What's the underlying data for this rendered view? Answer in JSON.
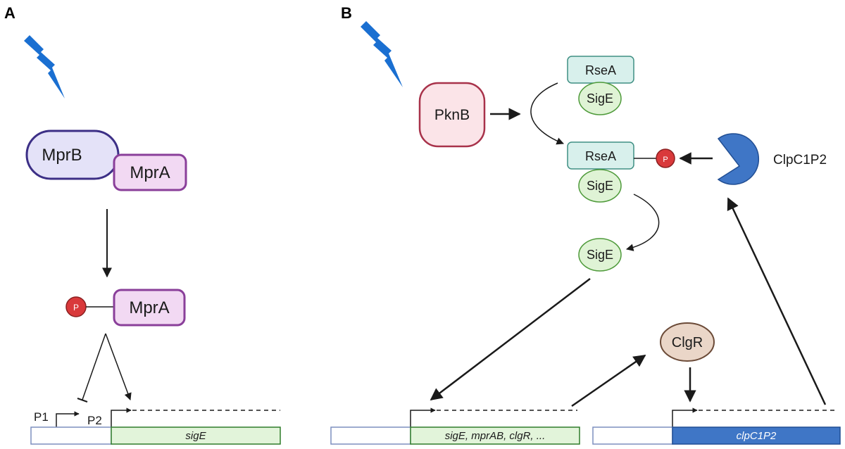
{
  "panels": {
    "a": {
      "letter": "A"
    },
    "b": {
      "letter": "B"
    }
  },
  "panel_a": {
    "mprB": "MprB",
    "mprA": "MprA",
    "phospho": "P",
    "mprA_p": "MprA",
    "promoter1": "P1",
    "promoter2": "P2",
    "gene": "sigE"
  },
  "panel_b": {
    "pknB": "PknB",
    "rseA_top": "RseA",
    "sigE_top": "SigE",
    "rseA_mid": "RseA",
    "phospho": "P",
    "sigE_mid": "SigE",
    "clpc1p2_label": "ClpC1P2",
    "sigE_free": "SigE",
    "clgR": "ClgR",
    "gene_left": "sigE, mprAB, clgR, ...",
    "gene_right": "clpC1P2"
  },
  "colors": {
    "lightning": "#1a6fd1",
    "mprB_fill": "#e4e2f8",
    "mprB_stroke": "#3c2f86",
    "mprA_fill": "#f2d9f3",
    "mprA_stroke": "#8a3f9a",
    "phospho_fill": "#d9393b",
    "pknB_fill": "#fbe4e8",
    "pknB_stroke": "#a8324a",
    "rseA_fill": "#d8f0ec",
    "rseA_stroke": "#3f8f83",
    "sigE_fill": "#dff3d5",
    "sigE_stroke": "#4e9a3a",
    "clgR_fill": "#ead6c8",
    "clgR_stroke": "#6b4a37",
    "clpc_fill": "#3f76c6",
    "gene_green": "#e2f4da",
    "gene_green_stroke": "#2f7d2a",
    "gene_blue": "#3f76c6",
    "promoter_box_stroke": "#7d8fbf"
  }
}
